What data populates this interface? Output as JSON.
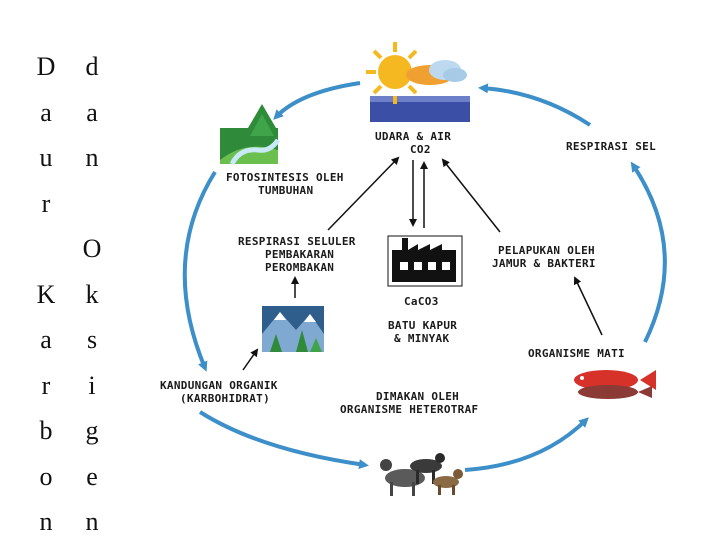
{
  "title_left": {
    "column1": [
      "D",
      "a",
      "u",
      "r",
      "",
      "K",
      "a",
      "r",
      "b",
      "o",
      "n"
    ],
    "column2": [
      "d",
      "a",
      "n",
      "",
      "O",
      "k",
      "s",
      "i",
      "g",
      "e",
      "n"
    ]
  },
  "diagram": {
    "udara_air": "UDARA & AIR",
    "co2": "CO2",
    "respirasi_sel": "RESPIRASI SEL",
    "fotosintesis": [
      "FOTOSINTESIS OLEH",
      "TUMBUHAN"
    ],
    "respirasi_seluler": [
      "RESPIRASI SELULER",
      "PEMBAKARAN",
      "PEROMBAKAN"
    ],
    "pelapukan": [
      "PELAPUKAN OLEH",
      "JAMUR & BAKTERI"
    ],
    "caco3": "CaCO3",
    "batu_kapur": [
      "BATU KAPUR",
      "& MINYAK"
    ],
    "organisme_mati": "ORGANISME MATI",
    "kandungan": [
      "KANDUNGAN ORGANIK",
      "(KARBOHIDRAT)"
    ],
    "dimakan": [
      "DIMAKAN OLEH",
      "ORGANISME HETEROTRAF"
    ]
  },
  "colors": {
    "arrow_blue": "#3c8fc9",
    "sky": "#3b4fa6",
    "sun": "#f5b820",
    "fish": "#d6322a"
  }
}
